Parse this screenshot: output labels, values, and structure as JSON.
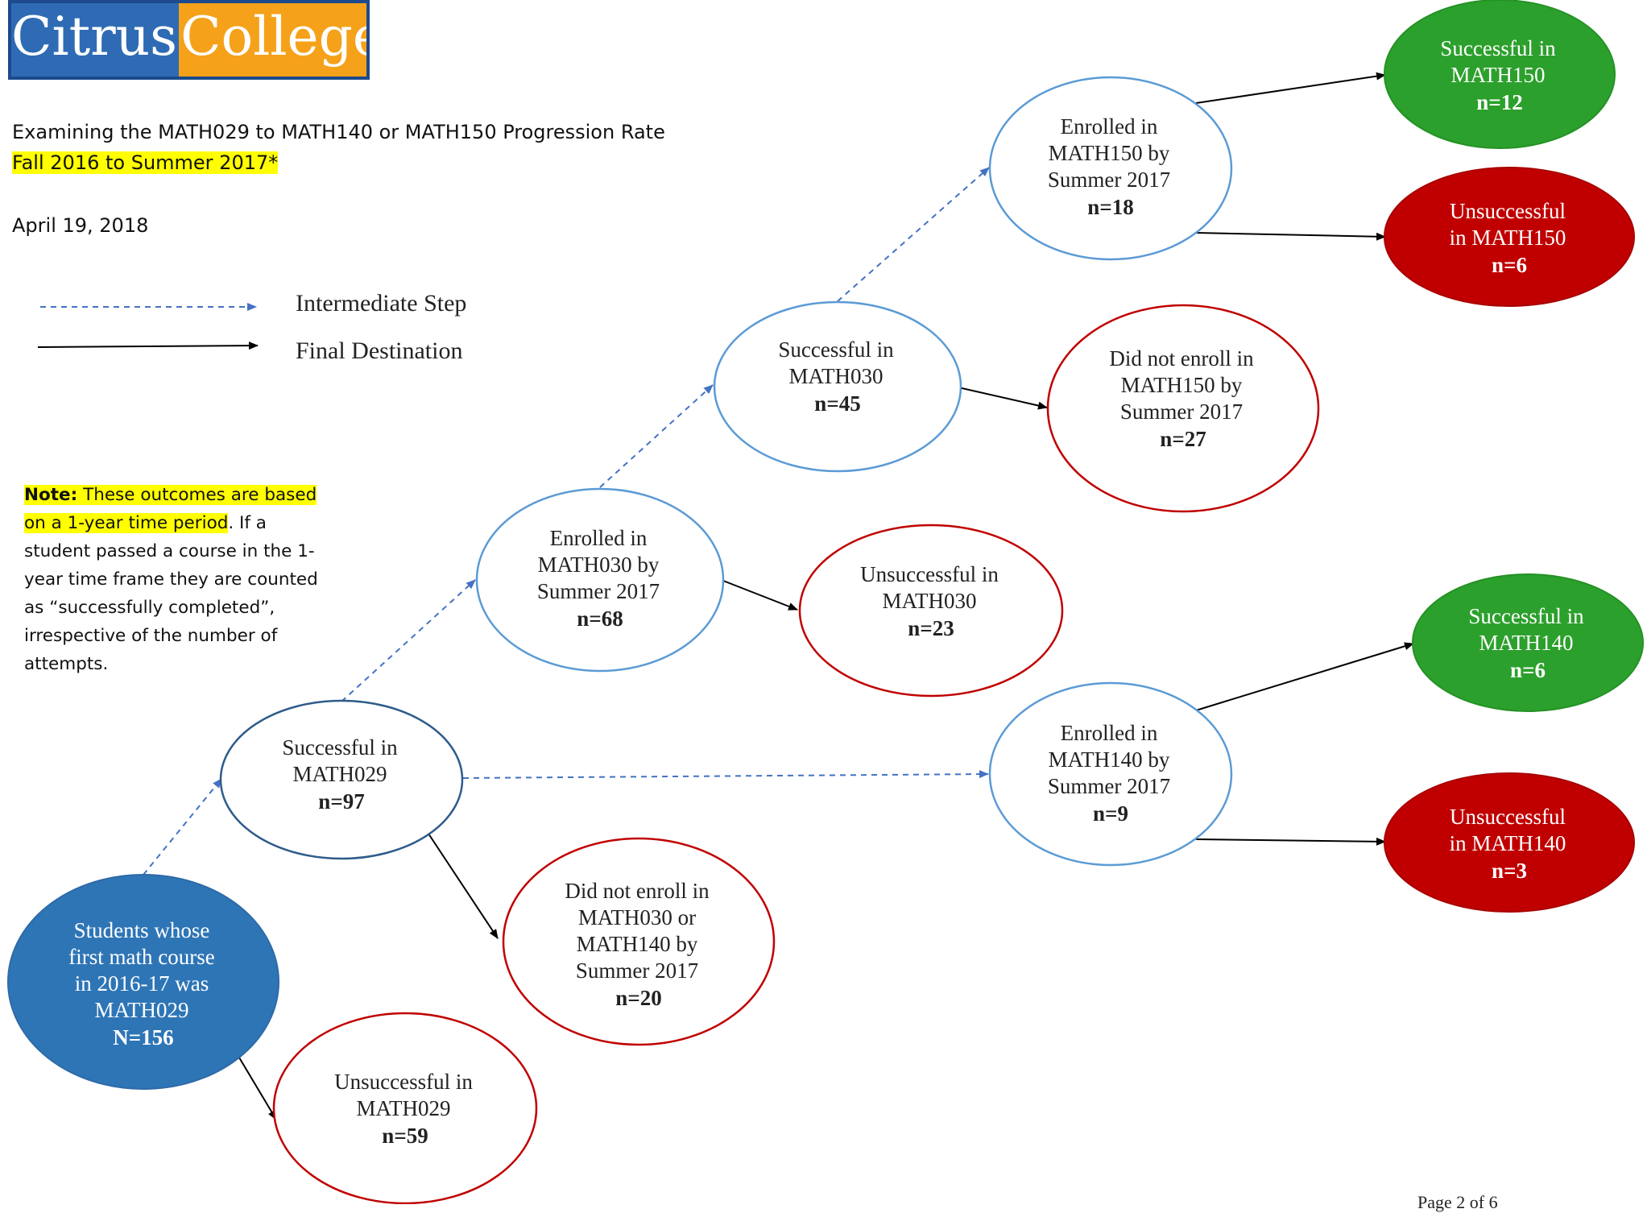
{
  "logo": {
    "part1": "Citrus",
    "part2": "College"
  },
  "header": {
    "title": "Examining the MATH029 to MATH140 or MATH150 Progression Rate",
    "period": "Fall 2016 to Summer 2017*",
    "date": "April 19, 2018"
  },
  "legend": {
    "intermediate": "Intermediate Step",
    "final": "Final Destination"
  },
  "note": {
    "label": "Note:",
    "highlight": " These outcomes are based on a 1-year time period",
    "rest": ". If a student passed a course in the 1-year time frame they are counted as “successfully completed”, irrespective of the number of attempts."
  },
  "colors": {
    "blue_fill": "#2e75b6",
    "blue_stroke": "#5b9bd5",
    "red_stroke": "#c00000",
    "red_fill": "#c00000",
    "green_fill": "#2ca02c",
    "dashed_arrow": "#4472c4",
    "solid_arrow": "#000000",
    "highlight": "#ffff00"
  },
  "nodes": {
    "start": {
      "lines": [
        "Students whose",
        "first math course",
        "in 2016-17 was",
        "MATH029"
      ],
      "count": "N=156"
    },
    "unsucc029": {
      "lines": [
        "Unsuccessful in",
        "MATH029"
      ],
      "count": "n=59"
    },
    "succ029": {
      "lines": [
        "Successful in",
        "MATH029"
      ],
      "count": "n=97"
    },
    "noenroll030_140": {
      "lines": [
        "Did not enroll in",
        "MATH030 or",
        "MATH140 by",
        "Summer 2017"
      ],
      "count": "n=20"
    },
    "enroll030": {
      "lines": [
        "Enrolled in",
        "MATH030 by",
        "Summer 2017"
      ],
      "count": "n=68"
    },
    "unsucc030": {
      "lines": [
        "Unsuccessful in",
        "MATH030"
      ],
      "count": "n=23"
    },
    "succ030": {
      "lines": [
        "Successful in",
        "MATH030"
      ],
      "count": "n=45"
    },
    "noenroll150": {
      "lines": [
        "Did not enroll in",
        "MATH150 by",
        "Summer 2017"
      ],
      "count": "n=27"
    },
    "enroll150": {
      "lines": [
        "Enrolled in",
        "MATH150 by",
        "Summer 2017"
      ],
      "count": "n=18"
    },
    "succ150": {
      "lines": [
        "Successful in",
        "MATH150"
      ],
      "count": "n=12"
    },
    "unsucc150": {
      "lines": [
        "Unsuccessful",
        "in MATH150"
      ],
      "count": "n=6"
    },
    "enroll140": {
      "lines": [
        "Enrolled in",
        "MATH140 by",
        "Summer 2017"
      ],
      "count": "n=9"
    },
    "succ140": {
      "lines": [
        "Successful in",
        "MATH140"
      ],
      "count": "n=6"
    },
    "unsucc140": {
      "lines": [
        "Unsuccessful",
        "in MATH140"
      ],
      "count": "n=3"
    }
  },
  "footer": {
    "page": "Page 2 of 6"
  }
}
